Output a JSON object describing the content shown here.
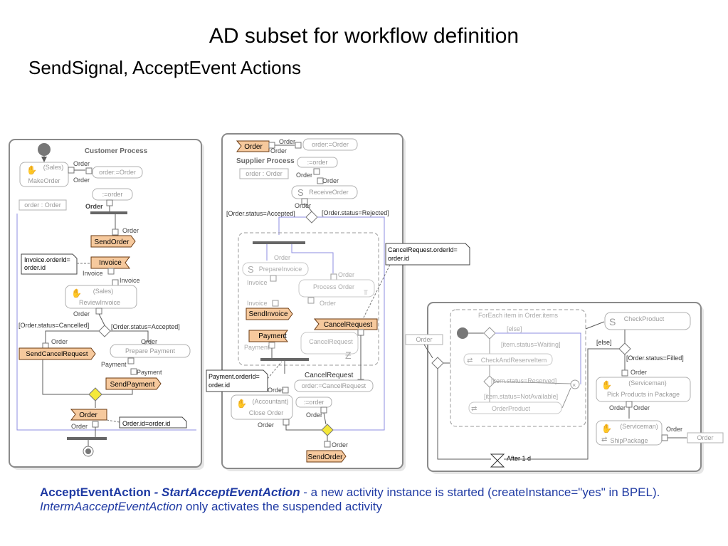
{
  "title": "AD subset for workflow definition",
  "subtitle": "SendSignal, AcceptEvent Actions",
  "caption": {
    "part1": "AcceptEventAction",
    "part2": " - StartAcceptEventAction",
    "part3": " -  a new activity instance is started (createInstance=\"yes\" in BPEL). ",
    "part4": "IntermAacceptEventAction",
    "part5": " only activates the suspended activity"
  },
  "customer": {
    "title": "Customer Process",
    "sales1": "(Sales)",
    "make_order": "MakeOrder",
    "order_pin_a": "Order",
    "order_pin_b": "Order",
    "assign_order": "order:=Order",
    "eq_order": ":=order",
    "order_pin_c": "Order",
    "var_order": "order : Order",
    "order_pin_d": "Order",
    "send_order": "SendOrder",
    "note_invoice": [
      "Invoice.orderId=",
      "order.id"
    ],
    "invoice": "Invoice",
    "invoice_pin_a": "Invoice",
    "invoice_pin_b": "Invoice",
    "sales2": "(Sales)",
    "review_invoice": "ReviewInvoice",
    "order_pin_e": "Order",
    "guard_cancelled": "[Order.status=Cancelled]",
    "guard_accepted": "[Order.status=Accepted]",
    "order_pin_f": "Order",
    "order_pin_g": "Order",
    "send_cancel": "SendCancelRequest",
    "prepare_payment": "Prepare Payment",
    "payment_pin_a": "Payment",
    "payment_pin_b": "Payment",
    "send_payment": "SendPayment",
    "order_accept": "Order",
    "order_pin_h": "Order",
    "note_order": "Order.id=order.id"
  },
  "supplier": {
    "order_start": "Order",
    "order_pin_a": "Order",
    "order_pin_b": "Order",
    "assign_order": "order:=Order",
    "title": "Supplier Process",
    "eq_order": ":=order",
    "var_order": "order : Order",
    "order_pin_c": "Order",
    "order_pin_d": "Order",
    "receive_order": "ReceiveOrder",
    "order_pin_e": "Order",
    "guard_accepted": "[Order.status=Accepted]",
    "guard_rejected": "[Order.status=Rejected]",
    "order_pin_f": "Order",
    "prepare_invoice": "PrepareInvoice",
    "order_pin_g": "Order",
    "invoice_pin": "Invoice",
    "process_order": "Process Order",
    "invoice_pin_b": "Invoice",
    "order_pin_h": "Order",
    "send_invoice": "SendInvoice",
    "cancel_request_accept": "CancelRequest",
    "cancel_request_action": "CancelRequest",
    "payment": "Payment",
    "payment_pin": "Payment",
    "cancel_request_pin": "CancelRequest",
    "assign_cancel": "order:=CancelRequest",
    "note_cancel": [
      "CancelRequest.orderId=",
      "order.id"
    ],
    "note_payment": [
      "Payment.orderId=",
      "order.id"
    ],
    "order_pin_i": "Order",
    "accountant": "(Accountant)",
    "close_order": "Close Order",
    "eq_order_b": ":=order",
    "order_pin_j": "Order",
    "order_pin_k": "Order",
    "order_pin_l": "Order",
    "send_order": "SendOrder"
  },
  "third": {
    "foreach": "ForEach item in Order.items",
    "else_a": "[else]",
    "waiting": "[item.status=Waiting]",
    "check_reserve": "CheckAndReserveItem",
    "reserved": "[item.status=Reserved]",
    "not_available": "[item.status=NotAvailable]",
    "order_product": "OrderProduct",
    "order_input": "Order",
    "check_product": "CheckProduct",
    "else_b": "[else]",
    "filled": "[Order.status=Filled]",
    "order_pin_a": "Order",
    "serviceman1": "(Serviceman)",
    "pick_products": "Pick Products in Package",
    "order_pin_b": "Order",
    "order_pin_c": "Order",
    "serviceman2": "(Serviceman)",
    "ship_package": "ShipPackage",
    "order_pin_d": "Order",
    "order_output": "Order",
    "after": "After 1 d"
  },
  "colors": {
    "accent_fill": "#f6c99d",
    "accent_stroke": "#6b3a12",
    "guard_diamond": "#f4e83a",
    "frame": "#8a8a8a",
    "edge": "#5b5b5b",
    "flow_blue": "#8c8ce0",
    "caption": "#1f3aa3"
  }
}
